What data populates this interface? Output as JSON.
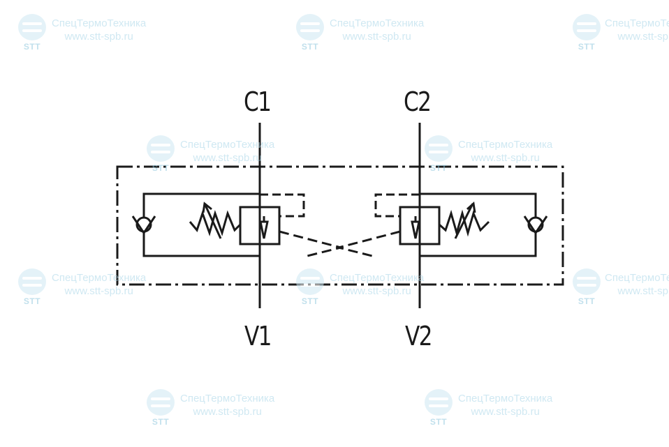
{
  "watermark": {
    "brand": "СпецТермоТехника",
    "url": "www.stt-spb.ru",
    "logo_text": "STT",
    "logo_icon": "stt-wave-logo-icon",
    "color": "#a9d6e8"
  },
  "ports": {
    "c1": "C1",
    "c2": "C2",
    "v1": "V1",
    "v2": "V2"
  },
  "colors": {
    "line": "#1a1a1a"
  }
}
